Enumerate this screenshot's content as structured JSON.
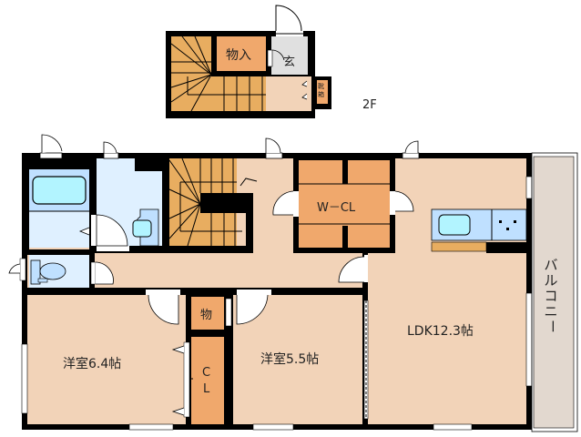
{
  "floor_label": "2F",
  "upper": {
    "storage": "物入",
    "entrance": "玄",
    "shoe_box": [
      "靴",
      "箱"
    ]
  },
  "rooms": {
    "wcl": "W－CL",
    "ldk": "LDK12.3帖",
    "western1": "洋室6.4帖",
    "western2": "洋室5.5帖",
    "closet_small": "物",
    "closet_c": "C",
    "closet_l": "L",
    "balcony": [
      "バ",
      "ル",
      "コ",
      "ニ",
      "ー"
    ]
  },
  "colors": {
    "floor": "#f2d3b8",
    "storage": "#f0a86c",
    "stairs": "#e8ad60",
    "wet": "#dff0ff",
    "wet_dark": "#bfe0ff",
    "tub": "#b2f4ff",
    "entry": "#e0e0e0",
    "balcony": "#e2d8cf",
    "wall": "#000000"
  }
}
